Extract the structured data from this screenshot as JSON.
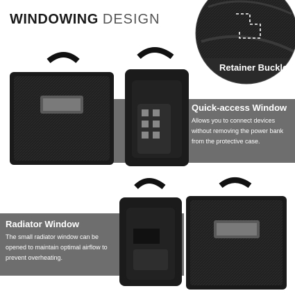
{
  "header": {
    "title_bold": "WINDOWING",
    "title_light": "DESIGN"
  },
  "callouts": {
    "retainer_buckle": "Retainer Buckle",
    "quick_access": {
      "title": "Quick-access Window",
      "body": "Allows you to connect devices without removing the power bank from the protective case."
    },
    "radiator": {
      "title": "Radiator Window",
      "body": "The small radiator window can be opened to maintain optimal airflow to prevent overheating."
    }
  },
  "colors": {
    "panel_gray": "#6e6e6e",
    "bag_black": "#1b1b1b",
    "background": "#ffffff"
  }
}
